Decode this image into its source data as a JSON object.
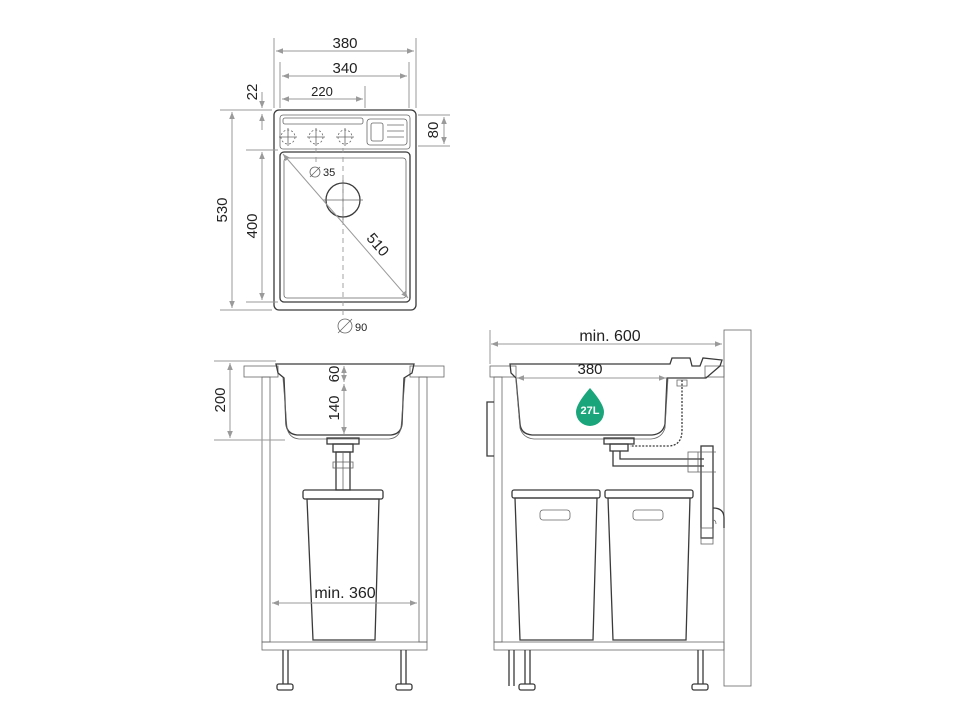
{
  "plan": {
    "dim_overall_width": "380",
    "dim_bowl_width": "340",
    "dim_drain_offset": "220",
    "dim_rim": "22",
    "dim_tap_zone": "80",
    "dim_overall_depth": "530",
    "dim_bowl_depth": "400",
    "dim_diagonal": "510",
    "dim_tap_hole": "35",
    "dim_drain_hole": "90"
  },
  "front": {
    "dim_cabinet_top": "200",
    "dim_rim_height": "60",
    "dim_bowl_height": "140",
    "dim_min_cabinet": "min. 360"
  },
  "side": {
    "dim_min_cabinet": "min. 600",
    "dim_bowl_width": "380",
    "volume_badge": "27L"
  },
  "colors": {
    "line": "#3a3a3a",
    "dimension": "#9a9a9a",
    "badge": "#1aa67a"
  }
}
